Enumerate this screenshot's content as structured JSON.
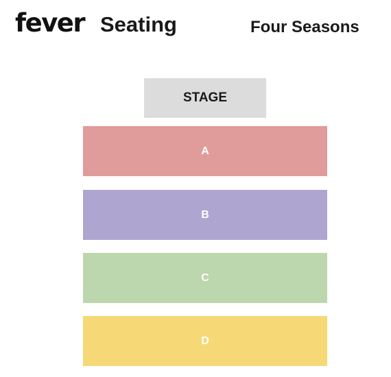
{
  "header": {
    "brand": "fever",
    "subtitle": "Seating",
    "event_name": "Four Seasons"
  },
  "seat_map": {
    "stage_label": "STAGE",
    "sections": [
      {
        "label": "A",
        "color": "#e09c9a"
      },
      {
        "label": "B",
        "color": "#aea5d1"
      },
      {
        "label": "C",
        "color": "#bcd6ad"
      },
      {
        "label": "D",
        "color": "#f6d976"
      }
    ]
  },
  "colors": {
    "stage": "#dcdcdc",
    "text": "#1a1a1a",
    "section_text": "#ffffff"
  }
}
